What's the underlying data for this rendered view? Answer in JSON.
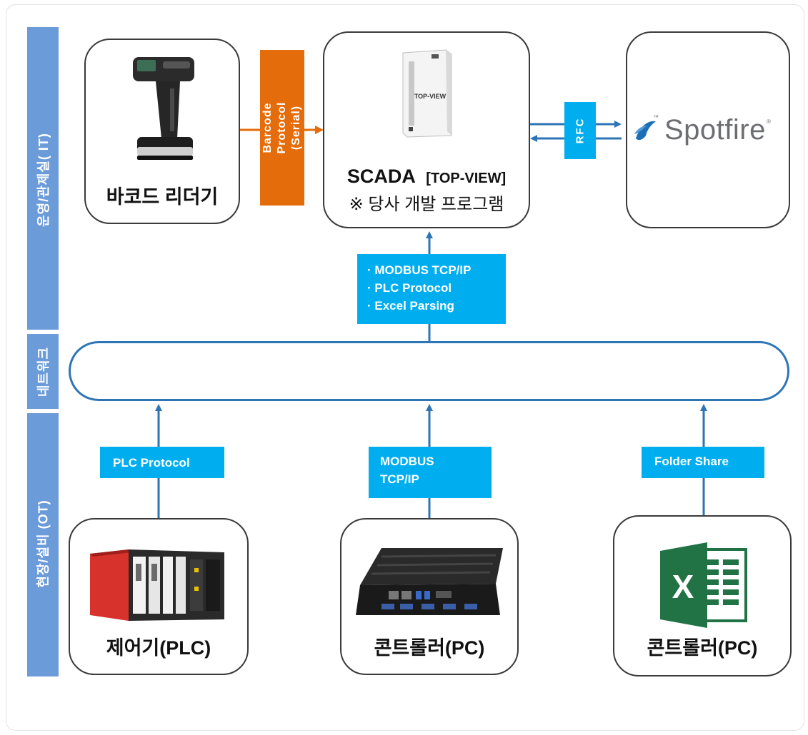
{
  "layers": {
    "it": "운영/관제실( IT)",
    "network": "네트워크",
    "ot": "현장/설비 (OT)"
  },
  "top": {
    "barcode_label": "바코드 리더기",
    "barcode_protocol": [
      "Barcode",
      "Protocol",
      "(Serial)"
    ],
    "scada_label": "SCADA",
    "scada_tag": "[TOP-VIEW]",
    "scada_note": "※ 당사 개발 프로그램",
    "product_box_text": "TOP-VIEW",
    "rfc_label": "RFC",
    "spotfire_word": "Spotfire",
    "spotfire_tm": "™",
    "spotfire_reg": "®"
  },
  "center_protocols": [
    "· MODBUS TCP/IP",
    "· PLC Protocol",
    "· Excel Parsing"
  ],
  "bottom": {
    "plc_protocol": "PLC Protocol",
    "modbus_protocol": [
      "MODBUS",
      "TCP/IP"
    ],
    "folder_protocol": "Folder Share",
    "plc_label": "제어기(PLC)",
    "pc_label": "콘트롤러(PC)",
    "excel_label": "콘트롤러(PC)",
    "excel_letter": "X"
  },
  "colors": {
    "layer_band": "#6b9bd8",
    "protocol_box": "#00aeef",
    "barcode_box": "#e46c0a",
    "arrows": "#2e75b6",
    "excel_green": "#217346"
  },
  "icons": [
    "barcode-scanner-icon",
    "scada-software-box-icon",
    "spotfire-logo",
    "plc-hardware-icon",
    "industrial-pc-icon",
    "excel-icon"
  ]
}
